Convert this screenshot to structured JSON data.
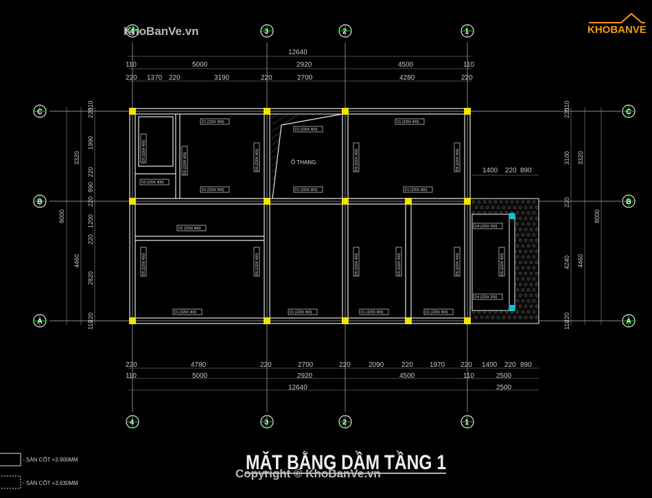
{
  "watermark": "KhoBanVe.vn",
  "logo_text": "KHOBANVE",
  "copyright": "Copyright © KhoBanVe.vn",
  "title": "MẶT BẰNG DẦM TẦNG 1",
  "room_label": "Ô THANG",
  "legend": {
    "item1": "- SÀN CỐT +3.900MM",
    "item2": "- SÀN CỐT +3.630MM"
  },
  "axes": {
    "top": [
      "4",
      "3",
      "2",
      "1"
    ],
    "bottom": [
      "4",
      "3",
      "2",
      "1"
    ],
    "left": [
      "C",
      "B",
      "A"
    ],
    "right": [
      "C",
      "B",
      "A"
    ]
  },
  "dims_top": {
    "overall": "12640",
    "row2": [
      "110",
      "5000",
      "2920",
      "4500",
      "110"
    ],
    "row3": [
      "220",
      "1370",
      "220",
      "3190",
      "220",
      "2700",
      "4280",
      "220"
    ]
  },
  "dims_bottom": {
    "row1": [
      "220",
      "4780",
      "220",
      "2700",
      "220",
      "2090",
      "220",
      "1970",
      "220",
      "1400",
      "220",
      "890"
    ],
    "row2": [
      "110",
      "5000",
      "2920",
      "4500",
      "110",
      "2500"
    ],
    "overall": "12640",
    "right_overall": "2500"
  },
  "dims_balcony": [
    "1400",
    "220",
    "890"
  ],
  "dims_left": {
    "overall": "8000",
    "seg1": [
      "3320",
      "4460"
    ],
    "seg2": [
      "110",
      "220",
      "1990",
      "220",
      "890",
      "220",
      "1200",
      "220",
      "2820",
      "220",
      "110"
    ]
  },
  "dims_right": {
    "overall": "8000",
    "seg1": [
      "3320",
      "4460"
    ],
    "seg2": [
      "110",
      "220",
      "3100",
      "220",
      "4240",
      "220",
      "110"
    ]
  },
  "beams": {
    "d1": "D1 (220X 400)",
    "d2": "D2 (220X 400)",
    "d3": "D3 (220X 400)",
    "d4": "D4 (220X 250)",
    "d5": "D5 (220X 400)"
  },
  "colors": {
    "background": "#000000",
    "column": "#f2e600",
    "grid_tick": "#00e000",
    "accent_cyan": "#00c8d8",
    "logo_orange": "#f29a1a"
  }
}
